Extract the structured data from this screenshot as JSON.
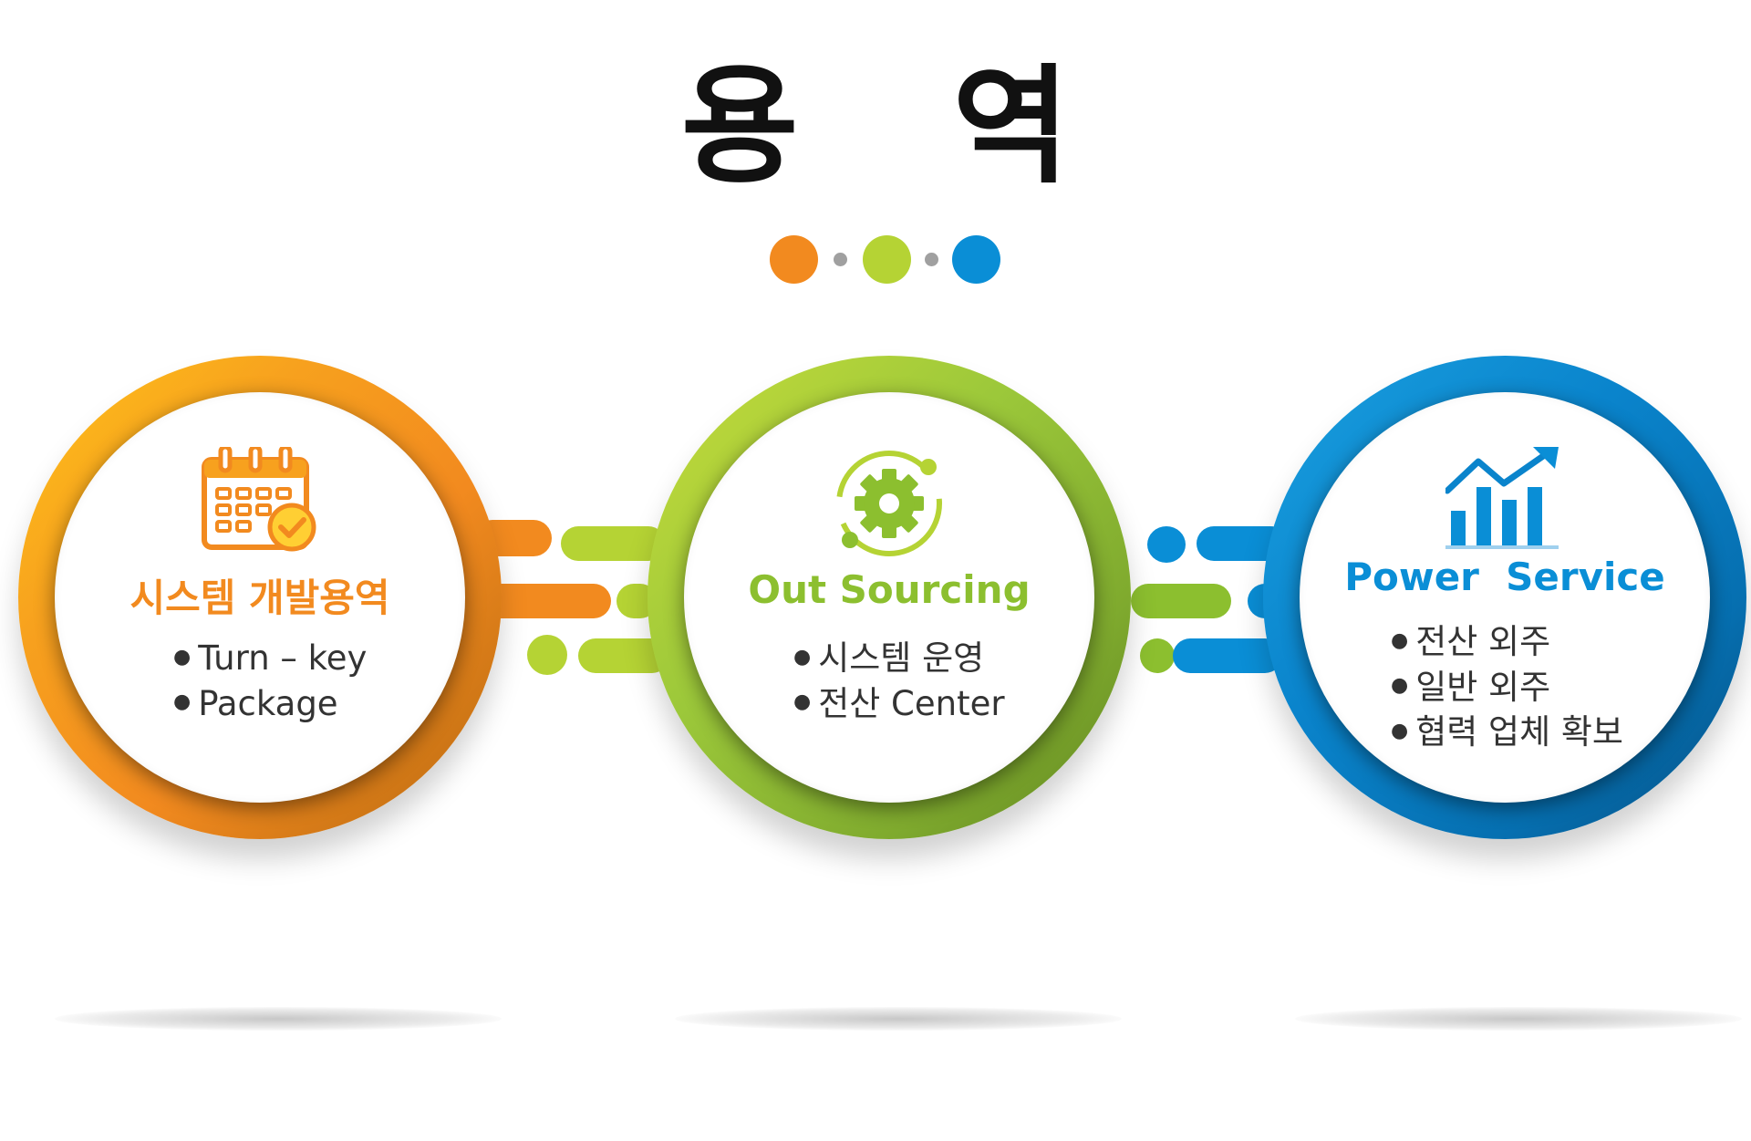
{
  "title": "용 역",
  "colors": {
    "orange": "#f28a1f",
    "green": "#8cbf2f",
    "blue": "#0a84cc"
  },
  "cards": [
    {
      "icon": "calendar-check-icon",
      "title": "시스템 개발용역",
      "bullets": [
        "Turn – key",
        "Package"
      ]
    },
    {
      "icon": "gear-orbit-icon",
      "title": "Out Sourcing",
      "bullets": [
        "시스템 운영",
        "전산 Center"
      ]
    },
    {
      "icon": "growth-chart-icon",
      "title": "Power  Service",
      "bullets": [
        "전산 외주",
        "일반 외주",
        "협력 업체 확보"
      ]
    }
  ]
}
